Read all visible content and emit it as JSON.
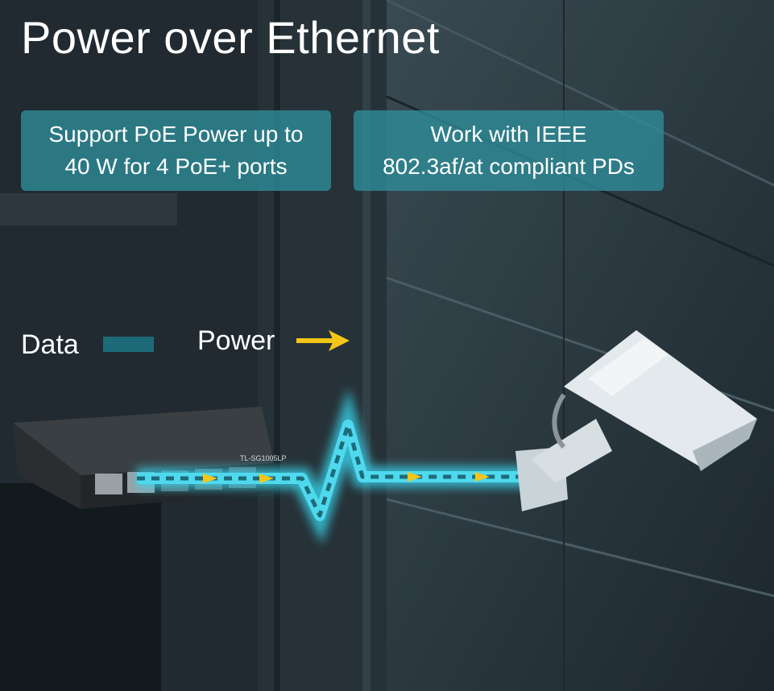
{
  "title": "Power over Ethernet",
  "features": [
    {
      "lines": [
        "Support PoE Power up to",
        "40 W for 4 PoE+ ports"
      ]
    },
    {
      "lines": [
        "Work with IEEE",
        "802.3af/at compliant PDs"
      ]
    }
  ],
  "legend": {
    "data_label": "Data",
    "power_label": "Power"
  },
  "switch_label": "TL-SG1005LP",
  "colors": {
    "accent_teal": "#2e8e9b",
    "data_line": "#1d6b78",
    "power_arrow": "#f5c518",
    "glow": "#39d3ea"
  },
  "icons": [
    "ethernet-switch-icon",
    "security-camera-icon",
    "power-arrow-icon"
  ]
}
